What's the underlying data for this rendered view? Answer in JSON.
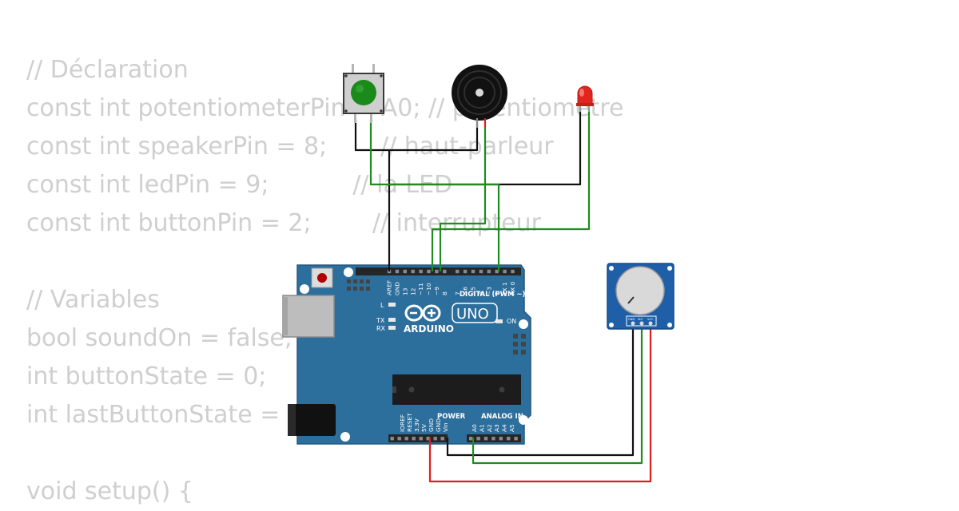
{
  "code_lines": [
    "// Déclaration",
    "const int potentiometerPin = A0; // potentiomètre",
    "const int speakerPin = 8;       // haut-parleur",
    "const int ledPin = 9;           // la LED",
    "const int buttonPin = 2;        // interrupteur",
    "",
    "// Variables",
    "bool soundOn = false;",
    "int buttonState = 0;",
    "int lastButtonState = 0;",
    "",
    "void setup() {"
  ],
  "board": {
    "brand": "ARDUINO",
    "model": "UNO",
    "digital_header_label": "DIGITAL (PWM ~)",
    "digital_pins": [
      "AREF",
      "GND",
      "13",
      "12",
      "~11",
      "~10",
      "~9",
      "8",
      "7",
      "~6",
      "~5",
      "4",
      "~3",
      "2",
      "TX 1",
      "RX 0"
    ],
    "power_header_label": "POWER",
    "power_pins": [
      "IOREF",
      "RESET",
      "3.3V",
      "5V",
      "GND",
      "GND",
      "Vin"
    ],
    "analog_header_label": "ANALOG IN",
    "analog_pins": [
      "A0",
      "A1",
      "A2",
      "A3",
      "A4",
      "A5"
    ],
    "led_labels": [
      "L",
      "TX",
      "RX"
    ],
    "on_label": "ON"
  },
  "potentiometer": {
    "pin_labels": [
      "GND",
      "SIG",
      "VCC"
    ]
  },
  "colors": {
    "code_text": "#cfcfcf",
    "board_blue": "#2c6e9c",
    "wire_black": "#111111",
    "wire_green": "#1e8c1e",
    "wire_red": "#e01e1e",
    "button_cap": "#1a8a1a",
    "led_red": "#e0261e"
  }
}
